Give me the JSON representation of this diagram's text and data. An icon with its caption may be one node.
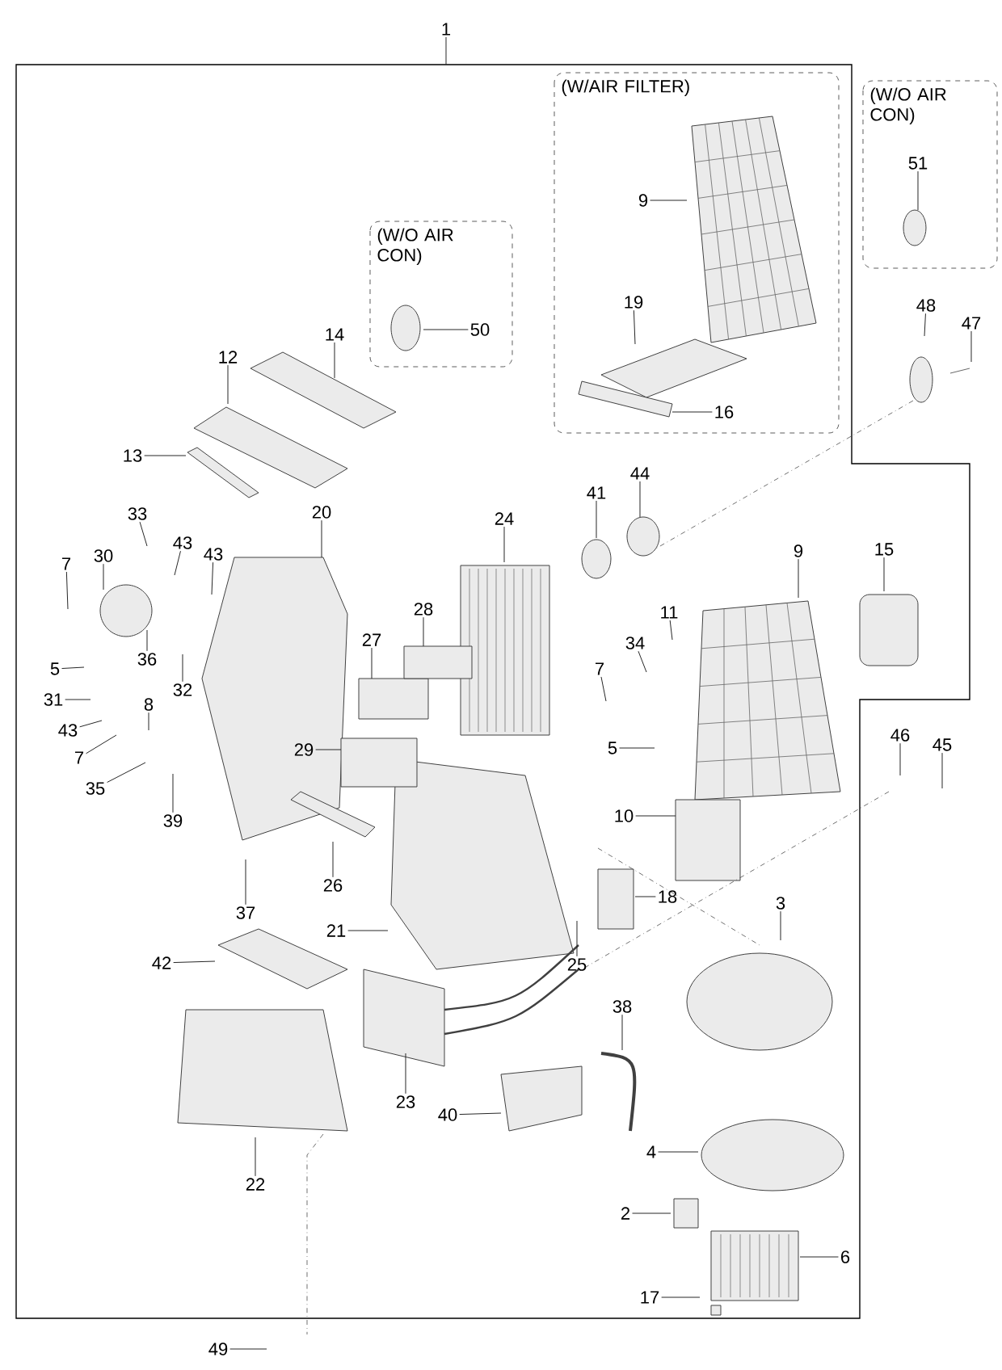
{
  "diagram": {
    "nodes": [
      {
        "text": [],
        "shape": "box"
      },
      {
        "text": [
          "1"
        ]
      },
      {
        "text": [
          "(W/AIR FILTER)"
        ],
        "in": 0
      },
      {
        "text": [
          "9"
        ],
        "in": 2
      },
      {
        "text": [
          "19"
        ],
        "in": 2
      },
      {
        "text": [
          "16"
        ],
        "in": 2
      },
      {
        "text": [
          "(W/O AIR CON)"
        ]
      },
      {
        "text": [
          "51"
        ],
        "in": 6
      },
      {
        "text": [
          "(W/O AIR CON)"
        ],
        "in": 0
      },
      {
        "text": [
          "50"
        ],
        "in": 8
      },
      {
        "text": [
          "48"
        ]
      },
      {
        "text": [
          "47"
        ]
      },
      {
        "text": [
          "14"
        ],
        "in": 0
      },
      {
        "text": [
          "12"
        ],
        "in": 0
      },
      {
        "text": [
          "13"
        ],
        "in": 0
      },
      {
        "text": [
          "33"
        ],
        "in": 0
      },
      {
        "text": [
          "43"
        ],
        "in": 0
      },
      {
        "text": [
          "43"
        ],
        "in": 0
      },
      {
        "text": [
          "7"
        ],
        "in": 0
      },
      {
        "text": [
          "30"
        ],
        "in": 0
      },
      {
        "text": [
          "20"
        ],
        "in": 0
      },
      {
        "text": [
          "24"
        ],
        "in": 0
      },
      {
        "text": [
          "41"
        ],
        "in": 0
      },
      {
        "text": [
          "44"
        ],
        "in": 0
      },
      {
        "text": [
          "36"
        ],
        "in": 0
      },
      {
        "text": [
          "32"
        ],
        "in": 0
      },
      {
        "text": [
          "28"
        ],
        "in": 0
      },
      {
        "text": [
          "5"
        ],
        "in": 0
      },
      {
        "text": [
          "27"
        ],
        "in": 0
      },
      {
        "text": [
          "9"
        ],
        "in": 0
      },
      {
        "text": [
          "15"
        ],
        "in": 0
      },
      {
        "text": [
          "31"
        ],
        "in": 0
      },
      {
        "text": [
          "11"
        ],
        "in": 0
      },
      {
        "text": [
          "34"
        ],
        "in": 0
      },
      {
        "text": [
          "43"
        ],
        "in": 0
      },
      {
        "text": [
          "8"
        ],
        "in": 0
      },
      {
        "text": [
          "7"
        ],
        "in": 0
      },
      {
        "text": [
          "7"
        ],
        "in": 0
      },
      {
        "text": [
          "5"
        ],
        "in": 0
      },
      {
        "text": [
          "35"
        ],
        "in": 0
      },
      {
        "text": [
          "29"
        ],
        "in": 0
      },
      {
        "text": [
          "39"
        ],
        "in": 0
      },
      {
        "text": [
          "46"
        ]
      },
      {
        "text": [
          "45"
        ]
      },
      {
        "text": [
          "10"
        ],
        "in": 0
      },
      {
        "text": [
          "26"
        ],
        "in": 0
      },
      {
        "text": [
          "18"
        ],
        "in": 0
      },
      {
        "text": [
          "3"
        ],
        "in": 0
      },
      {
        "text": [
          "37"
        ],
        "in": 0
      },
      {
        "text": [
          "21"
        ],
        "in": 0
      },
      {
        "text": [
          "42"
        ],
        "in": 0
      },
      {
        "text": [
          "25"
        ],
        "in": 0
      },
      {
        "text": [
          "38"
        ],
        "in": 0
      },
      {
        "text": [
          "23"
        ],
        "in": 0
      },
      {
        "text": [
          "40"
        ],
        "in": 0
      },
      {
        "text": [
          "22"
        ],
        "in": 0
      },
      {
        "text": [
          "4"
        ],
        "in": 0
      },
      {
        "text": [
          "2"
        ],
        "in": 0
      },
      {
        "text": [
          "6"
        ],
        "in": 0
      },
      {
        "text": [
          "17"
        ],
        "in": 0
      },
      {
        "text": [
          "49"
        ]
      }
    ],
    "edges": [
      {
        "from": 1,
        "to": 0,
        "arrow": "none"
      },
      {
        "from": 3,
        "to": null,
        "arrow": "none"
      },
      {
        "from": 4,
        "to": null,
        "arrow": "none"
      },
      {
        "from": 5,
        "to": null,
        "arrow": "none"
      },
      {
        "from": 7,
        "to": null,
        "arrow": "none"
      },
      {
        "from": 9,
        "to": null,
        "arrow": "none"
      },
      {
        "from": 10,
        "to": null,
        "arrow": "none"
      },
      {
        "from": 11,
        "to": null,
        "arrow": "none"
      },
      {
        "from": 12,
        "to": null,
        "arrow": "none"
      },
      {
        "from": 13,
        "to": null,
        "arrow": "none"
      },
      {
        "from": 14,
        "to": null,
        "arrow": "none"
      },
      {
        "from": 15,
        "to": null,
        "arrow": "none"
      },
      {
        "from": 16,
        "to": null,
        "arrow": "none"
      },
      {
        "from": 17,
        "to": null,
        "arrow": "none"
      },
      {
        "from": 18,
        "to": null,
        "arrow": "none"
      },
      {
        "from": 19,
        "to": null,
        "arrow": "none"
      },
      {
        "from": 20,
        "to": null,
        "arrow": "none"
      },
      {
        "from": 21,
        "to": null,
        "arrow": "none"
      },
      {
        "from": 22,
        "to": null,
        "arrow": "none"
      },
      {
        "from": 23,
        "to": null,
        "arrow": "none"
      },
      {
        "from": 24,
        "to": null,
        "arrow": "none"
      },
      {
        "from": 25,
        "to": null,
        "arrow": "none"
      },
      {
        "from": 26,
        "to": null,
        "arrow": "none"
      },
      {
        "from": 27,
        "to": null,
        "arrow": "none"
      },
      {
        "from": 28,
        "to": null,
        "arrow": "none"
      },
      {
        "from": 29,
        "to": null,
        "arrow": "none"
      },
      {
        "from": 30,
        "to": null,
        "arrow": "none"
      },
      {
        "from": 31,
        "to": null,
        "arrow": "none"
      },
      {
        "from": 32,
        "to": null,
        "arrow": "none"
      },
      {
        "from": 33,
        "to": null,
        "arrow": "none"
      },
      {
        "from": 34,
        "to": null,
        "arrow": "none"
      },
      {
        "from": 35,
        "to": null,
        "arrow": "none"
      },
      {
        "from": 36,
        "to": null,
        "arrow": "none"
      },
      {
        "from": 37,
        "to": null,
        "arrow": "none"
      },
      {
        "from": 38,
        "to": null,
        "arrow": "none"
      },
      {
        "from": 39,
        "to": null,
        "arrow": "none"
      },
      {
        "from": 40,
        "to": null,
        "arrow": "none"
      },
      {
        "from": 41,
        "to": null,
        "arrow": "none"
      },
      {
        "from": 42,
        "to": null,
        "arrow": "none"
      },
      {
        "from": 43,
        "to": null,
        "arrow": "none"
      },
      {
        "from": 44,
        "to": null,
        "arrow": "none"
      },
      {
        "from": 45,
        "to": null,
        "arrow": "none"
      },
      {
        "from": 46,
        "to": null,
        "arrow": "none"
      },
      {
        "from": 47,
        "to": null,
        "arrow": "none"
      },
      {
        "from": 48,
        "to": null,
        "arrow": "none"
      },
      {
        "from": 49,
        "to": null,
        "arrow": "none"
      },
      {
        "from": 50,
        "to": null,
        "arrow": "none"
      },
      {
        "from": 51,
        "to": null,
        "arrow": "none"
      },
      {
        "from": 52,
        "to": null,
        "arrow": "none"
      },
      {
        "from": 53,
        "to": null,
        "arrow": "none"
      },
      {
        "from": 54,
        "to": null,
        "arrow": "none"
      },
      {
        "from": 55,
        "to": null,
        "arrow": "none"
      },
      {
        "from": 56,
        "to": null,
        "arrow": "none"
      },
      {
        "from": 57,
        "to": null,
        "arrow": "none"
      },
      {
        "from": 58,
        "to": null,
        "arrow": "none"
      },
      {
        "from": 59,
        "to": null,
        "arrow": "none"
      },
      {
        "from": 60,
        "to": null,
        "arrow": "none"
      }
    ]
  }
}
